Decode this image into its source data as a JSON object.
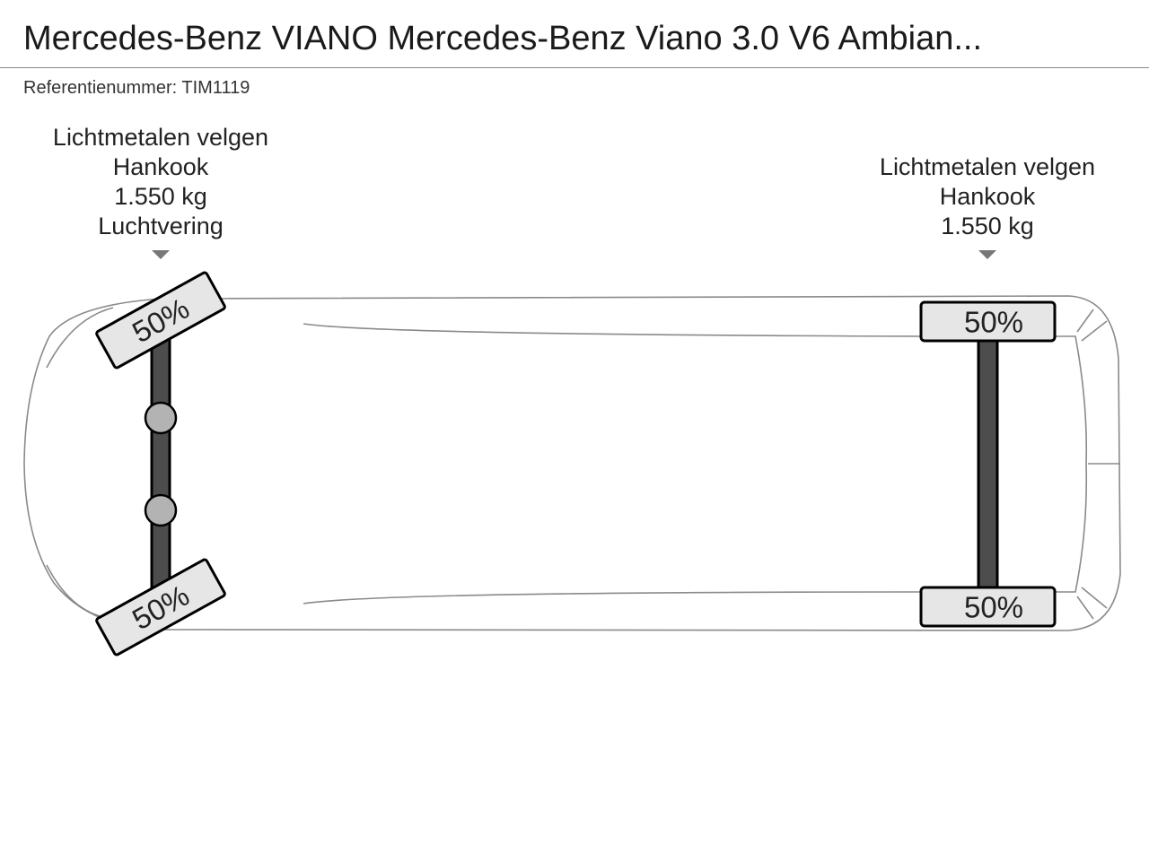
{
  "header": {
    "title": "Mercedes-Benz VIANO Mercedes-Benz Viano 3.0 V6 Ambian...",
    "reference": "Referentienummer: TIM1119"
  },
  "axles": [
    {
      "name": "front",
      "info": [
        "Lichtmetalen velgen",
        "Hankook",
        "1.550 kg",
        "Luchtvering"
      ],
      "left_pct": "50%",
      "right_pct": "50%"
    },
    {
      "name": "rear",
      "info": [
        "Lichtmetalen velgen",
        "Hankook",
        "1.550 kg"
      ],
      "left_pct": "50%",
      "right_pct": "50%"
    }
  ],
  "colors": {
    "axle": "#4d4d4d",
    "tire": "#e6e6e6",
    "joint": "#b3b3b3",
    "outline": "#8a8a8a"
  }
}
